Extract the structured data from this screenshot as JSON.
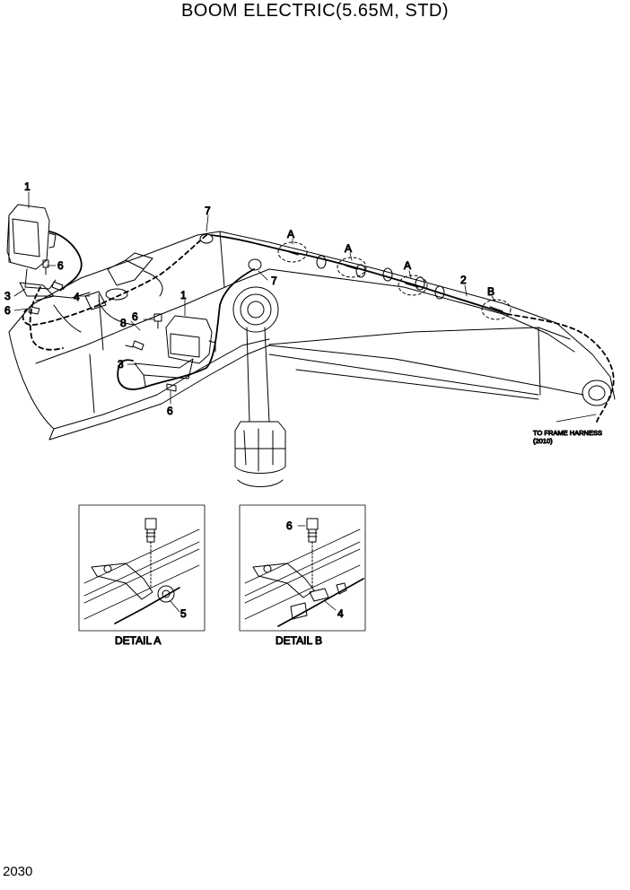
{
  "title": "BOOM ELECTRIC(5.65M, STD)",
  "page_number": "2030",
  "callouts": {
    "lamp_left": "1",
    "lamp_right": "1",
    "cable": "2",
    "bracket_left": "3",
    "bracket_right": "3",
    "clip_left": "4",
    "bolt_left_top": "6",
    "bolt_left_side": "6",
    "bolt_right_top": "6",
    "bolt_right_bottom": "6",
    "grommet_top": "7",
    "grommet_mid": "7",
    "washer_right": "8",
    "detail_a_1": "A",
    "detail_a_2": "A",
    "detail_a_3": "A",
    "detail_b": "B"
  },
  "harness_note": {
    "line1": "TO FRAME HARNESS",
    "line2": "(2010)"
  },
  "detail_a": {
    "caption": "DETAIL A",
    "callout_clamp": "5"
  },
  "detail_b": {
    "caption": "DETAIL B",
    "callout_bolt": "6",
    "callout_clip": "4"
  }
}
